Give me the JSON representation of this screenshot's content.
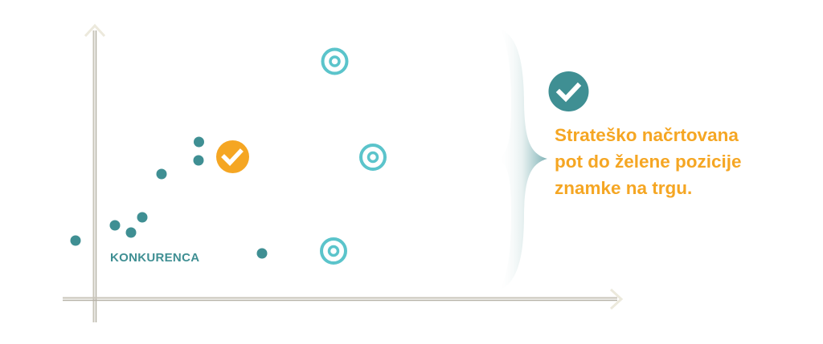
{
  "diagram": {
    "competition_label": "KONKURENCA",
    "message_lines": [
      "Strateško načrtovana",
      "pot do želene pozicije",
      "znamke na trgu."
    ],
    "competitor_count": 8,
    "target_count": 3,
    "icons": {
      "brand_marker": "check-circle-icon",
      "target_marker": "target-icon",
      "message_marker": "check-circle-icon"
    },
    "colors": {
      "teal_dot": "#3f8f93",
      "target": "#5bc4cb",
      "orange": "#f5a623",
      "axis": "#b5b1a6",
      "arrowhead": "#ece9dc"
    }
  }
}
